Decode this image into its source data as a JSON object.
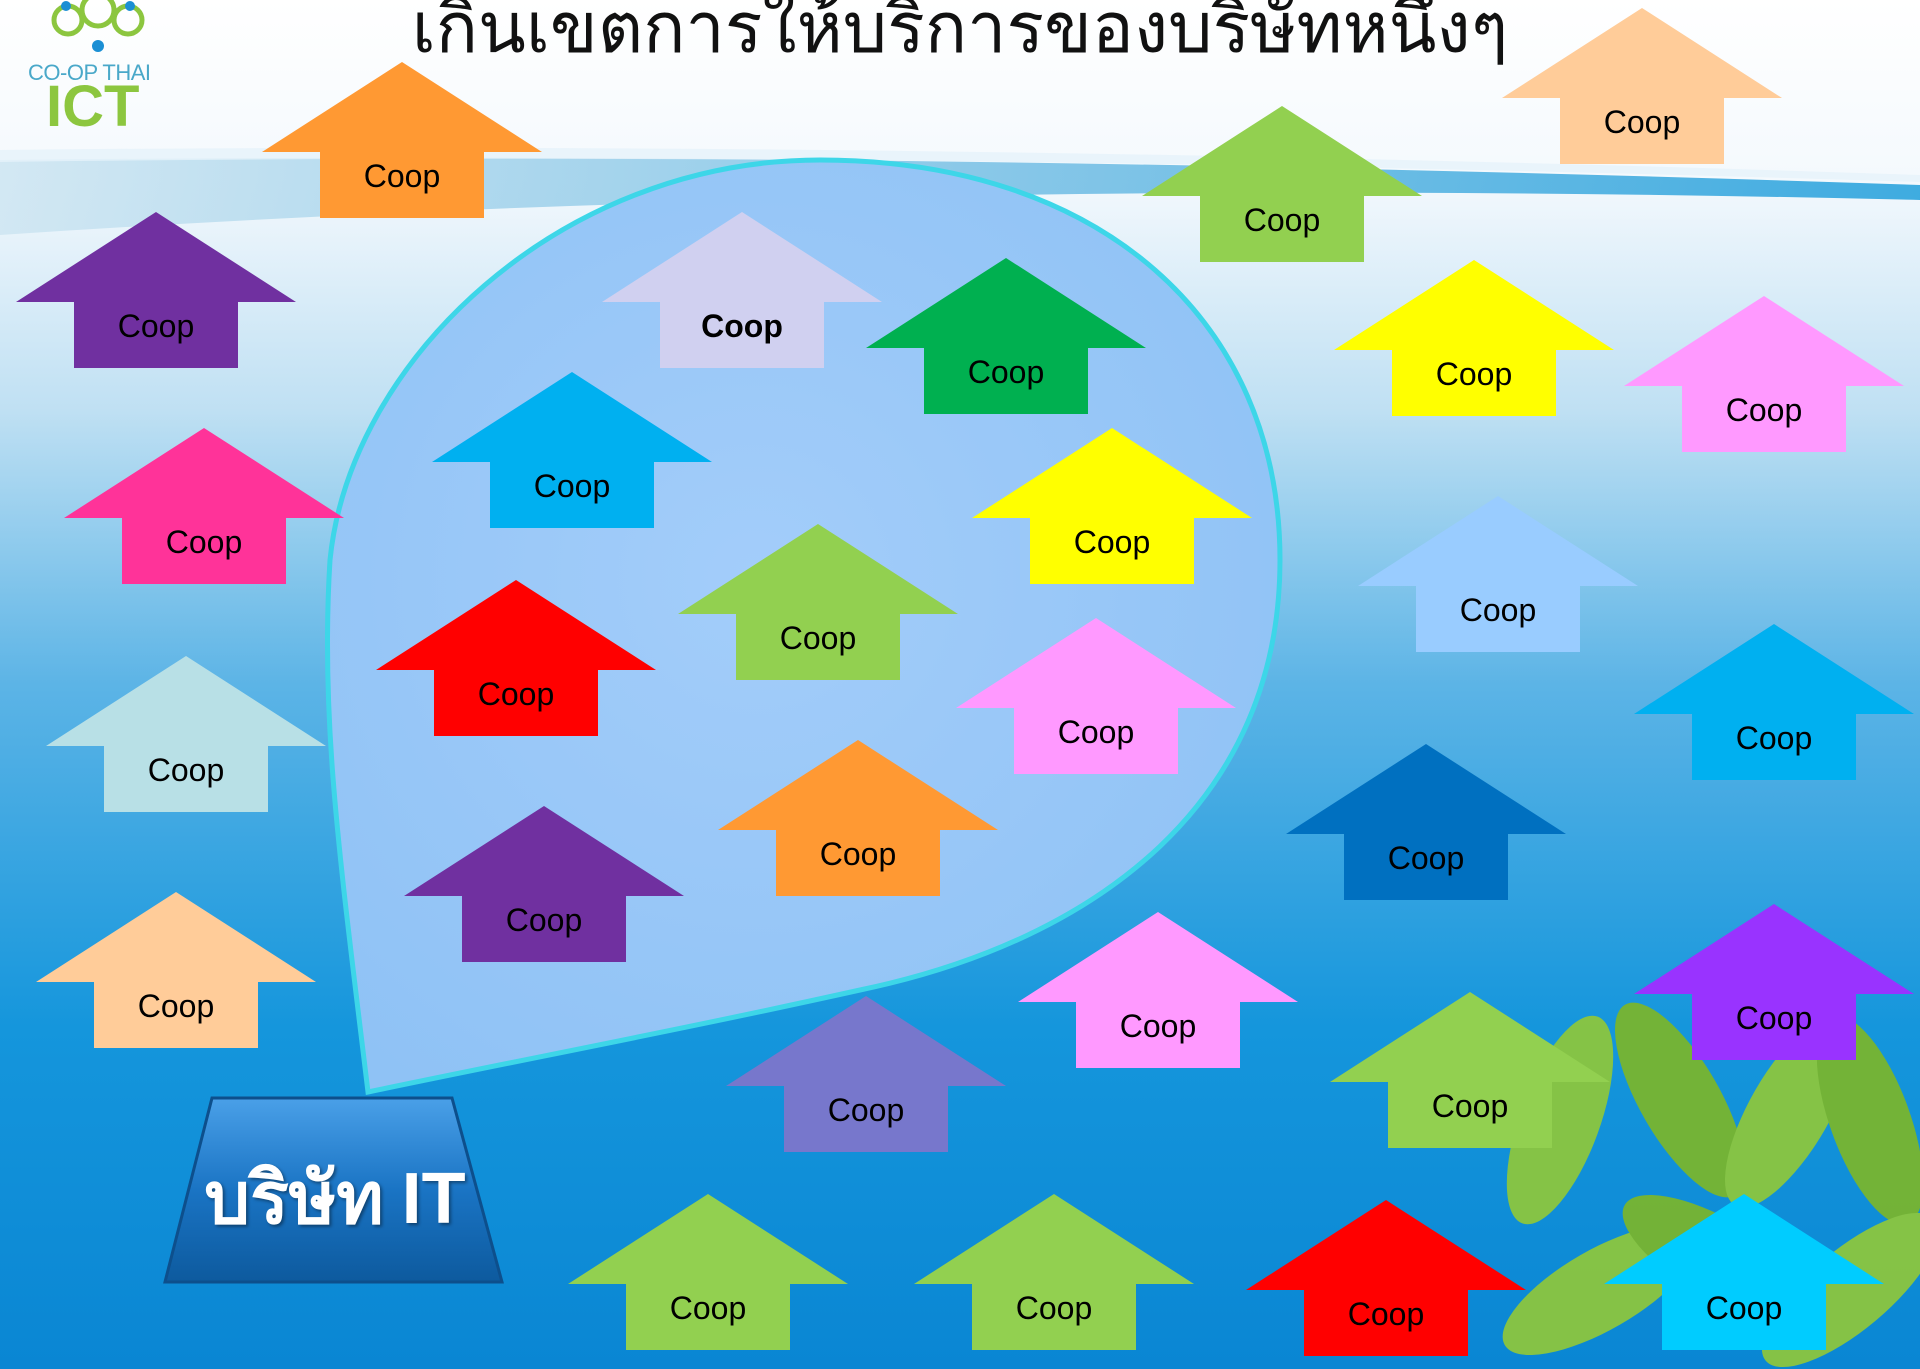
{
  "title": "เกินเขตการให้บริการของบริษัทหนึ่งๆ",
  "logo": {
    "line1": "CO-OP THAI",
    "line2": "ICT"
  },
  "company_box": {
    "prefix": "บริษัท",
    "suffix": "IT"
  },
  "colors": {
    "bubble": "#9dcaf8",
    "bubble_border": "#3dd6e8",
    "box": "#1a74c4"
  },
  "arrows": [
    {
      "label": "Coop",
      "color": "#ff9933"
    },
    {
      "label": "Coop",
      "color": "#92d050"
    },
    {
      "label": "Coop",
      "color": "#ffcc99"
    },
    {
      "label": "Coop",
      "color": "#7030a0"
    },
    {
      "label": "Coop",
      "color": "#d0d0f0"
    },
    {
      "label": "Coop",
      "color": "#00b050"
    },
    {
      "label": "Coop",
      "color": "#ffff00"
    },
    {
      "label": "Coop",
      "color": "#ff99ff"
    },
    {
      "label": "Coop",
      "color": "#ff3399"
    },
    {
      "label": "Coop",
      "color": "#00b0f0"
    },
    {
      "label": "Coop",
      "color": "#ffff00"
    },
    {
      "label": "Coop",
      "color": "#99ccff"
    },
    {
      "label": "Coop",
      "color": "#ff0000"
    },
    {
      "label": "Coop",
      "color": "#92d050"
    },
    {
      "label": "Coop",
      "color": "#ff99ff"
    },
    {
      "label": "Coop",
      "color": "#b8e0e6"
    },
    {
      "label": "Coop",
      "color": "#00b0f0"
    },
    {
      "label": "Coop",
      "color": "#ff9933"
    },
    {
      "label": "Coop",
      "color": "#0070c0"
    },
    {
      "label": "Coop",
      "color": "#7030a0"
    },
    {
      "label": "Coop",
      "color": "#ffcc99"
    },
    {
      "label": "Coop",
      "color": "#ff99ff"
    },
    {
      "label": "Coop",
      "color": "#9933ff"
    },
    {
      "label": "Coop",
      "color": "#7777cc"
    },
    {
      "label": "Coop",
      "color": "#92d050"
    },
    {
      "label": "Coop",
      "color": "#92d050"
    },
    {
      "label": "Coop",
      "color": "#92d050"
    },
    {
      "label": "Coop",
      "color": "#ff0000"
    },
    {
      "label": "Coop",
      "color": "#00ccff"
    }
  ]
}
